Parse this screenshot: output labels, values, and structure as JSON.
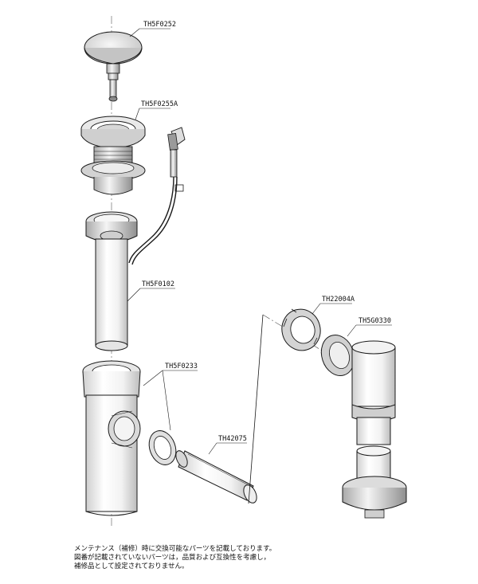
{
  "parts": [
    {
      "code": "TH5F0252"
    },
    {
      "code": "TH5F0255A"
    },
    {
      "code": "TH5F0102"
    },
    {
      "code": "TH5F0233"
    },
    {
      "code": "TH42075"
    },
    {
      "code": "TH22004A"
    },
    {
      "code": "TH5G0330"
    }
  ],
  "notes": [
    "メンテナンス（補修）時に交換可能なパーツを記載しております。",
    "図番が記載されていないパーツは，品質および互換性を考慮し，",
    "補修品として設定されておりません。"
  ]
}
